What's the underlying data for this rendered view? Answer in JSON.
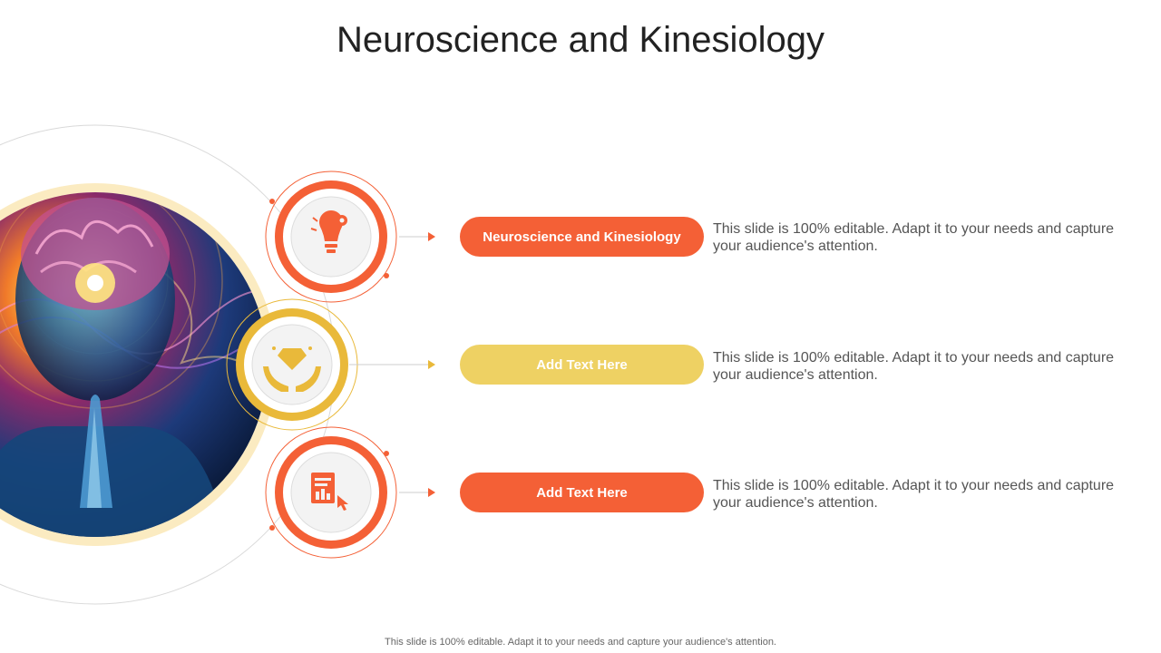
{
  "slide": {
    "title": "Neuroscience and Kinesiology",
    "footer": "This slide is 100% editable. Adapt it to your needs and capture your audience's attention."
  },
  "colors": {
    "orange": "#F46036",
    "yellow": "#EED163",
    "ring_yellow": "#E9B93A",
    "pale_yellow": "#FBEBC1"
  },
  "items": [
    {
      "label": "Neuroscience and Kinesiology",
      "text": "This slide is 100% editable. Adapt it to your needs and capture your audience's attention.",
      "icon": "idea-bulb-gear-icon",
      "color": "#F46036"
    },
    {
      "label": "Add Text Here",
      "text": "This slide is 100% editable. Adapt it to your needs and capture your audience's attention.",
      "icon": "diamond-hands-icon",
      "color": "#EED163"
    },
    {
      "label": "Add Text Here",
      "text": "This slide is 100% editable. Adapt it to your needs and capture your audience's attention.",
      "icon": "report-pointer-icon",
      "color": "#F46036"
    }
  ]
}
